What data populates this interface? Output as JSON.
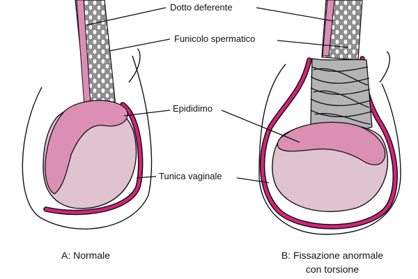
{
  "labels": {
    "vas_deferens": "Dotto deferente",
    "spermatic_cord": "Funicolo spermatico",
    "epididymis": "Epididimo",
    "tunica_vaginalis": "Tunica vaginale"
  },
  "captions": {
    "a": "A: Normale",
    "b_line1": "B: Fissazione anormale",
    "b_line2": "con torsione"
  },
  "colors": {
    "magenta": "#d6237a",
    "epididymis_pink": "#dc8fb4",
    "testis_pink": "#dfc3cf",
    "cord_gray": "#8f8f8f",
    "twist_gray": "#b4b4b4"
  }
}
